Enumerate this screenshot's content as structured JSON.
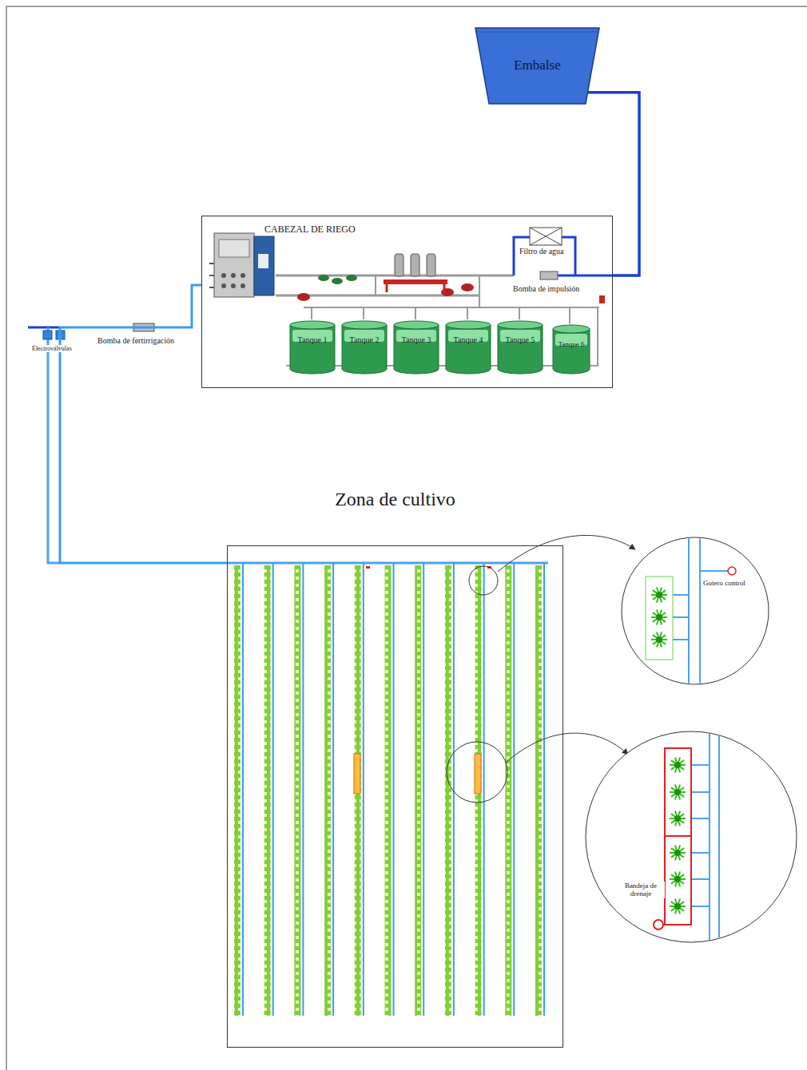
{
  "diagram": {
    "nodes": [
      {
        "text": [
          "Embalse"
        ]
      },
      {
        "text": [
          "CABEZAL DE RIEGO"
        ]
      },
      {
        "text": [
          "Tanque 1"
        ],
        "in": 1
      },
      {
        "text": [
          "Tanque 2"
        ],
        "in": 1
      },
      {
        "text": [
          "Tanque 3"
        ],
        "in": 1
      },
      {
        "text": [
          "Tanque 4"
        ],
        "in": 1
      },
      {
        "text": [
          "Tanque 5"
        ],
        "in": 1
      },
      {
        "text": [
          "Tanque 6"
        ],
        "in": 1
      },
      {
        "text": [
          "Zona de cultivo"
        ]
      }
    ],
    "edges": [
      {
        "from": 0,
        "to": 1,
        "arrow": "none"
      },
      {
        "from": 1,
        "to": 8,
        "arrow": "none"
      }
    ],
    "labels": [
      "Filtro de agua",
      "Bomba de impulsión",
      "Electroválvulas",
      "Bomba de fertirrigación",
      "Gotero control",
      "Bandeja de drenaje"
    ]
  }
}
